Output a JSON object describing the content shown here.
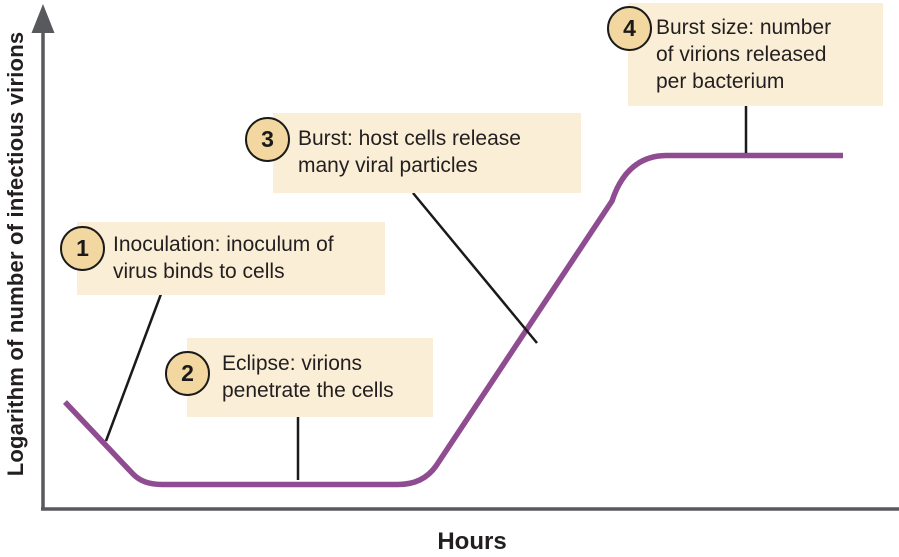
{
  "axes": {
    "y_label": "Logarithm of number of infectious virions",
    "x_label": "Hours"
  },
  "annotations": [
    {
      "number": "1",
      "lines": [
        "Inoculation: inoculum of",
        "virus binds to cells"
      ]
    },
    {
      "number": "2",
      "lines": [
        "Eclipse: virions",
        "penetrate the cells"
      ]
    },
    {
      "number": "3",
      "lines": [
        "Burst: host cells release",
        "many viral particles"
      ]
    },
    {
      "number": "4",
      "lines": [
        "Burst size: number",
        "of virions released",
        "per bacterium"
      ]
    }
  ],
  "curve_phases": {
    "type": "qualitative-line",
    "description": "One-step viral growth curve: virion count starts mid-low, declines during inoculation, stays flat at a minimum during eclipse, rises steeply during burst, then plateaus at burst size.",
    "phases": [
      "decline",
      "flat-minimum",
      "steep-rise",
      "high-plateau"
    ]
  },
  "colors": {
    "curve": "#8f4c90",
    "axis": "#58595c",
    "pointer": "#1a1a1a",
    "callout_bg": "#faeed6",
    "badge_bg": "#f2d7a0",
    "text": "#231f20",
    "background": "#ffffff"
  }
}
